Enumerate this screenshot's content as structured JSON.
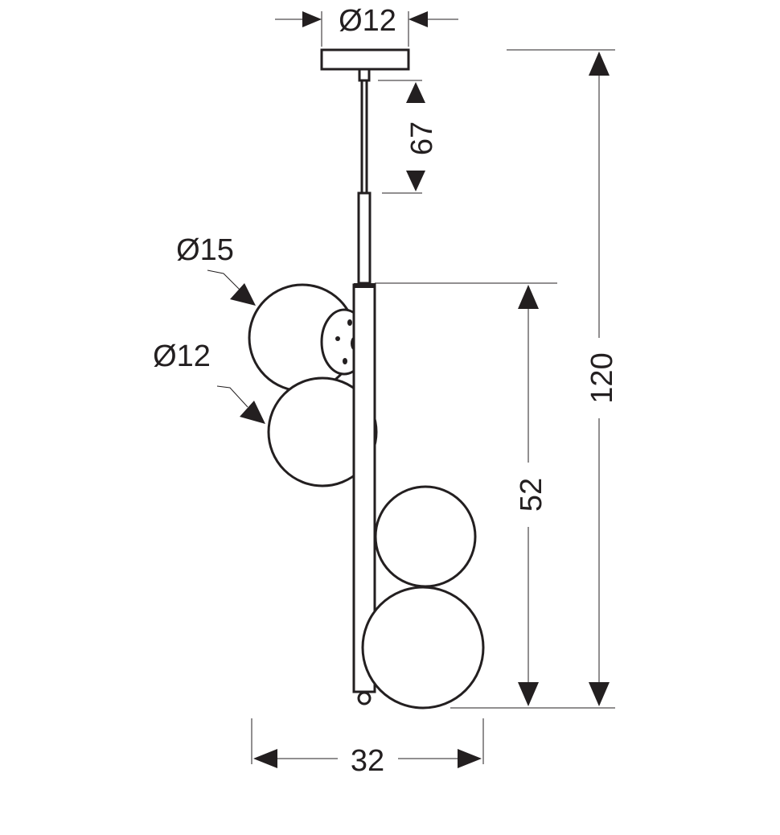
{
  "diagram": {
    "type": "pendant lamp technical drawing",
    "dimensions": {
      "canopy_diameter": "Ø12",
      "rod_length": "67",
      "total_height": "120",
      "body_height": "52",
      "width": "32",
      "large_globe_diameter": "Ø15",
      "small_globe_diameter": "Ø12"
    },
    "line_color": "#231f20"
  }
}
